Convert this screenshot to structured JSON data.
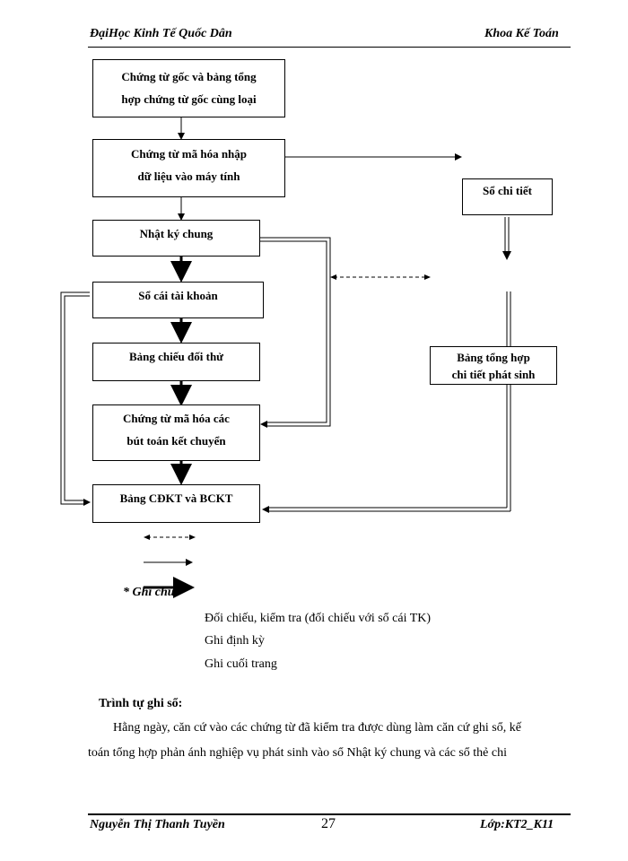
{
  "header": {
    "left": "ĐạiHọc Kinh Tế Quốc Dân",
    "right": "Khoa Kế Toán"
  },
  "boxes": {
    "b1": [
      "Chứng từ gốc và bảng tổng",
      "hợp chứng từ gốc cùng loại"
    ],
    "b2": [
      "Chứng từ mã hóa nhập",
      "dữ liệu vào máy tính"
    ],
    "b3": [
      "Nhật ký chung"
    ],
    "b4": [
      "Sổ cái tài khoản"
    ],
    "b5": [
      "Bảng chiếu đối thử"
    ],
    "b6": [
      "Chứng từ mã hóa các",
      "bút toán kết chuyển"
    ],
    "b7": [
      "Bảng CĐKT và BCKT"
    ],
    "r1": [
      "Sổ chi tiết"
    ],
    "r2": [
      "Bảng tổng hợp",
      "chi tiết phát sinh"
    ]
  },
  "legend": {
    "note": "* Ghi chú:",
    "items": [
      "Đối chiếu, kiểm tra (đối chiếu với sổ cái TK)",
      "Ghi định kỳ",
      "Ghi cuối trang"
    ]
  },
  "section": {
    "title": "Trình tự ghi sổ:",
    "paragraph_line1": "Hằng ngày, căn cứ vào các chứng từ đã kiểm tra được dùng làm căn cứ ghi sổ, kế",
    "paragraph_line2": "toán tổng hợp phản ánh nghiệp vụ phát sinh vào sổ Nhật ký chung và các sổ thẻ chi"
  },
  "footer": {
    "author": "Nguyễn Thị Thanh Tuyền",
    "page": "27",
    "class": "Lớp:KT2_K11"
  }
}
